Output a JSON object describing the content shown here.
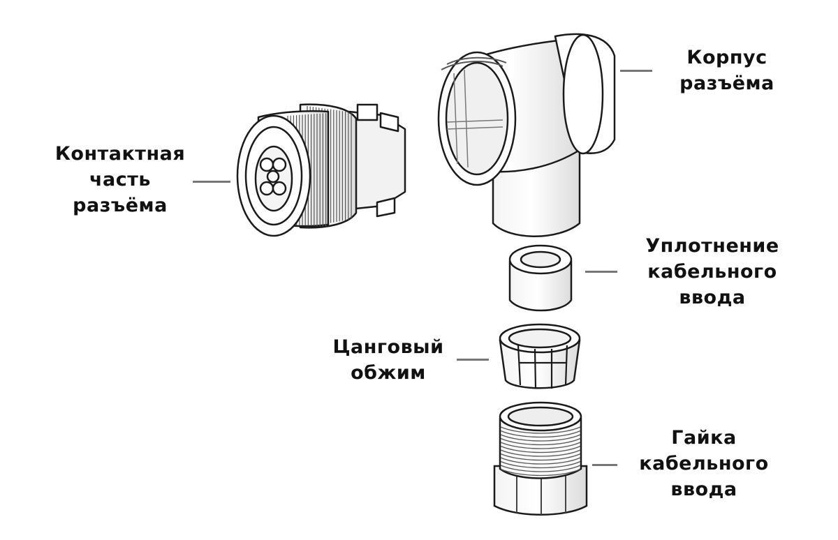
{
  "labels": {
    "contact_part": {
      "lines": [
        "Контактная",
        "часть",
        "разъёма"
      ]
    },
    "housing": {
      "lines": [
        "Корпус",
        "разъёма"
      ]
    },
    "cable_seal": {
      "lines": [
        "Уплотнение",
        "кабельного",
        "ввода"
      ]
    },
    "collet_clamp": {
      "lines": [
        "Цанговый",
        "обжим"
      ]
    },
    "cable_nut": {
      "lines": [
        "Гайка",
        "кабельного",
        "ввода"
      ]
    }
  },
  "colors": {
    "line": "#1a1a1a",
    "fill": "#ffffff",
    "shade": "#e9e9e9",
    "leader": "#777777"
  }
}
